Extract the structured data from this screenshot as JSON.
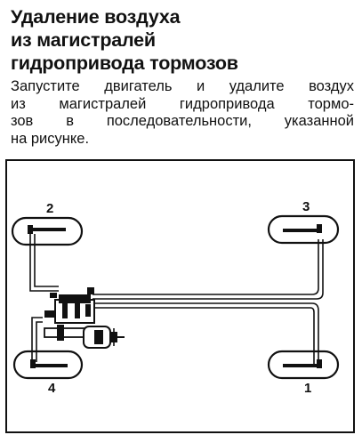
{
  "title_lines": [
    "Удаление воздуха",
    "из магистралей",
    "гидропривода тормозов"
  ],
  "body_lines": [
    "Запустите двигатель и удалите воздух",
    "из магистралей гидропривода тормо-",
    "зов в последовательности, указанной",
    "на рисунке."
  ],
  "figure": {
    "wheel_labels": {
      "front_left": "2",
      "front_right": "3",
      "rear_left": "4",
      "rear_right": "1"
    }
  }
}
